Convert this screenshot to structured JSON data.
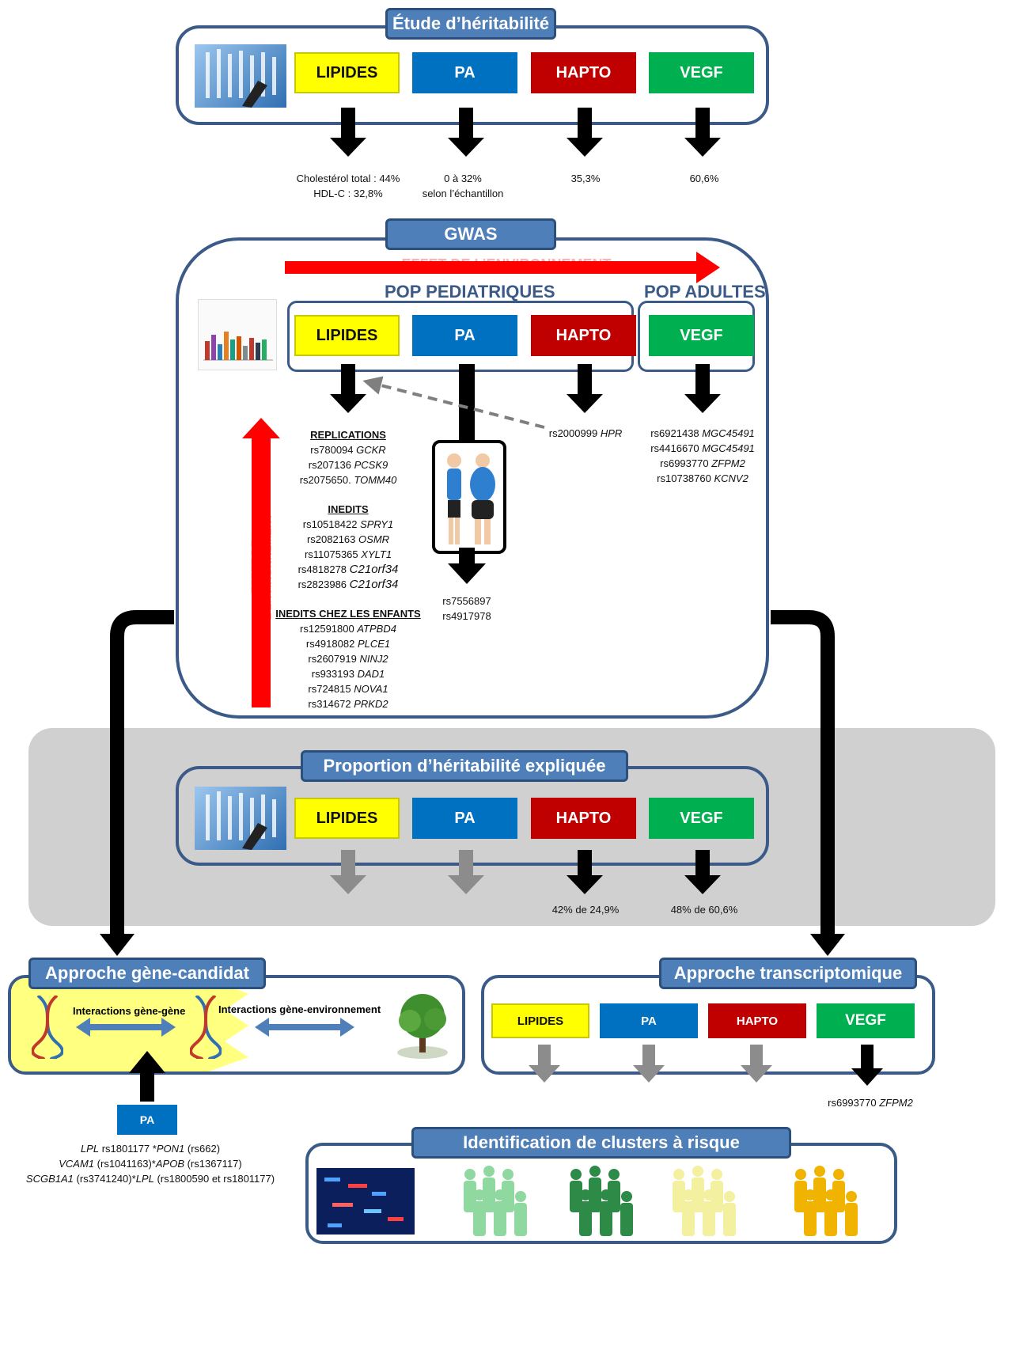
{
  "sections": {
    "heritability": "Étude d’héritabilité",
    "gwas": "GWAS",
    "proportion": "Proportion d’héritabilité expliquée",
    "candidate": "Approche gène-candidat",
    "transcriptomic": "Approche transcriptomique",
    "clusters": "Identification de clusters à risque"
  },
  "traits": {
    "lipides": "LIPIDES",
    "pa": "PA",
    "hapto": "HAPTO",
    "vegf": "VEGF"
  },
  "heritability_values": {
    "lipides_1": "Cholestérol total : 44%",
    "lipides_2": "HDL-C : 32,8%",
    "pa_1": "0 à 32%",
    "pa_2": "selon l’échantillon",
    "hapto": "35,3%",
    "vegf": "60,6%"
  },
  "gwas": {
    "environment_effect": "EFFET DE L’ENVIRONNEMENT",
    "pop_pediatric": "POP PEDIATRIQUES",
    "pop_adult": "POP ADULTES",
    "replications_title": "REPLICATIONS",
    "replications": [
      {
        "rs": "rs780094",
        "gene": "GCKR"
      },
      {
        "rs": "rs207136",
        "gene": "PCSK9"
      },
      {
        "rs": "rs2075650.",
        "gene": "TOMM40"
      }
    ],
    "inedits_title": "INEDITS",
    "inedits": [
      {
        "rs": "rs10518422",
        "gene": "SPRY1"
      },
      {
        "rs": "rs2082163",
        "gene": "OSMR"
      },
      {
        "rs": "rs11075365",
        "gene": "XYLT1"
      },
      {
        "rs": "rs4818278",
        "gene": "C21orf34"
      },
      {
        "rs": "rs2823986",
        "gene": "C21orf34"
      }
    ],
    "inedits_children_title": "INEDITS CHEZ LES ENFANTS",
    "inedits_children": [
      {
        "rs": "rs12591800",
        "gene": "ATPBD4"
      },
      {
        "rs": "rs4918082",
        "gene": "PLCE1"
      },
      {
        "rs": "rs2607919",
        "gene": "NINJ2"
      },
      {
        "rs": "rs933193",
        "gene": "DAD1"
      },
      {
        "rs": "rs724815",
        "gene": "NOVA1"
      },
      {
        "rs": "rs314672",
        "gene": "PRKD2"
      }
    ],
    "pa_snps": [
      "rs7556897",
      "rs4917978"
    ],
    "hapto_snp": {
      "rs": "rs2000999",
      "gene": "HPR"
    },
    "vegf_snps": [
      {
        "rs": "rs6921438",
        "gene": "MGC45491"
      },
      {
        "rs": "rs4416670",
        "gene": "MGC45491"
      },
      {
        "rs": "rs6993770",
        "gene": "ZFPM2"
      },
      {
        "rs": "rs10738760",
        "gene": "KCNV2"
      }
    ]
  },
  "proportion_values": {
    "hapto": "42% de 24,9%",
    "vegf": "48% de 60,6%"
  },
  "candidate": {
    "gene_gene": "Interactions gène-gène",
    "gene_env": "Interactions gène-environnement",
    "pa_label": "PA",
    "lines": [
      [
        {
          "t": "LPL",
          "i": true
        },
        {
          "t": " rs1801177 *",
          "i": false
        },
        {
          "t": "PON1",
          "i": true
        },
        {
          "t": " (rs662)",
          "i": false
        }
      ],
      [
        {
          "t": "VCAM1",
          "i": true
        },
        {
          "t": " (rs1041163)*",
          "i": false
        },
        {
          "t": "APOB",
          "i": true
        },
        {
          "t": " (rs1367117)",
          "i": false
        }
      ],
      [
        {
          "t": "SCGB1A1",
          "i": true
        },
        {
          "t": " (rs3741240)*",
          "i": false
        },
        {
          "t": "LPL",
          "i": true
        },
        {
          "t": " (rs1800590 et rs1801177)",
          "i": false
        }
      ]
    ]
  },
  "transcriptomic_snp": {
    "rs": "rs6993770",
    "gene": "ZFPM2"
  },
  "colors": {
    "lipides": "#ffff00",
    "pa": "#0070c0",
    "hapto": "#c00000",
    "vegf": "#00b050",
    "frame": "#3b5a87",
    "title": "#4f7fb8",
    "arrow": "#000000",
    "arrow_grey": "#7f7f7f",
    "env_arrow": "#ff0000",
    "grey_panel": "#d0d0d0"
  }
}
